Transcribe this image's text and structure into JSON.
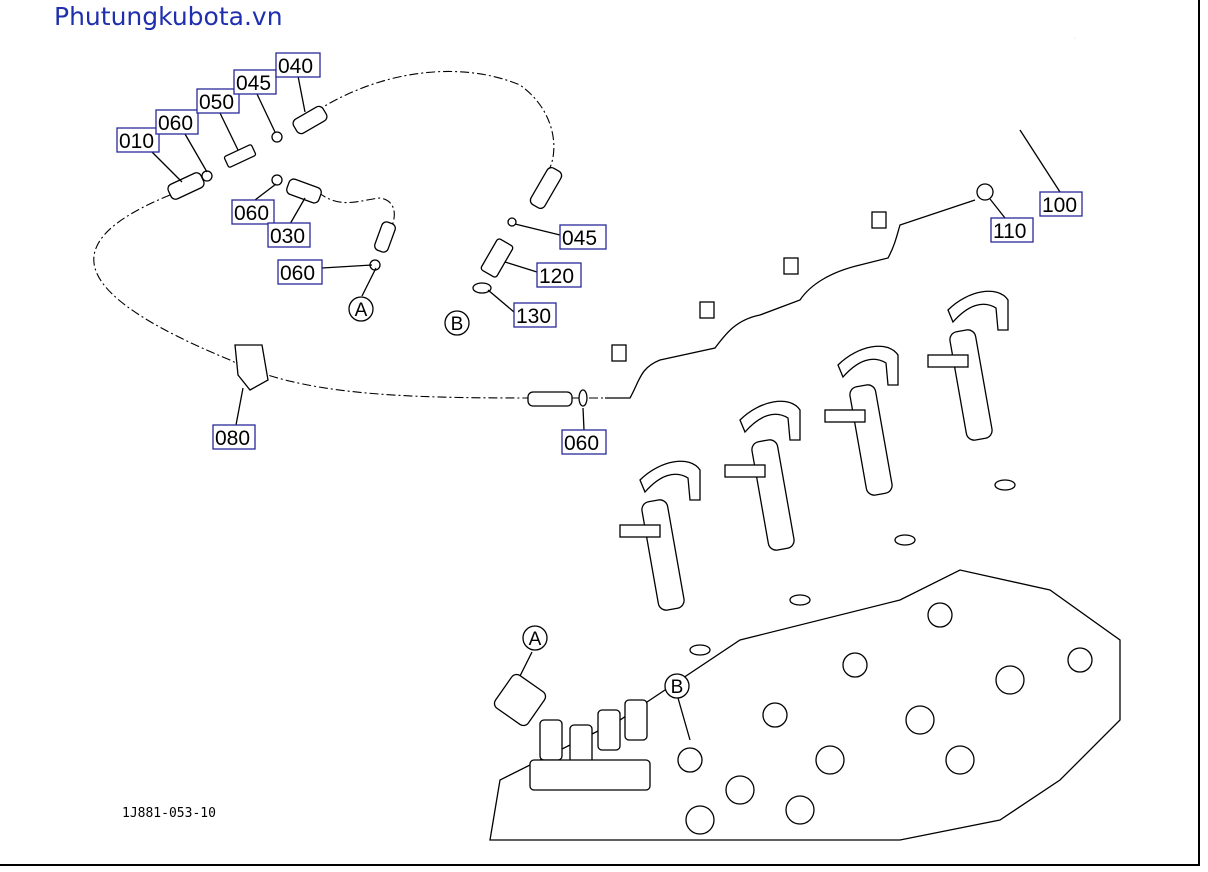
{
  "brand": "Phutungkubota.vn",
  "drawing_number": "1J881-053-10",
  "callouts": {
    "p010": "010",
    "p060a": "060",
    "p050": "050",
    "p045a": "045",
    "p040": "040",
    "p060b": "060",
    "p030": "030",
    "p060c": "060",
    "p045b": "045",
    "p120": "120",
    "p130": "130",
    "p080": "080",
    "p060d": "060",
    "p100": "100",
    "p110": "110"
  },
  "refs": {
    "a_top": "A",
    "b_top": "B",
    "a_bottom": "A",
    "b_bottom": "B"
  }
}
